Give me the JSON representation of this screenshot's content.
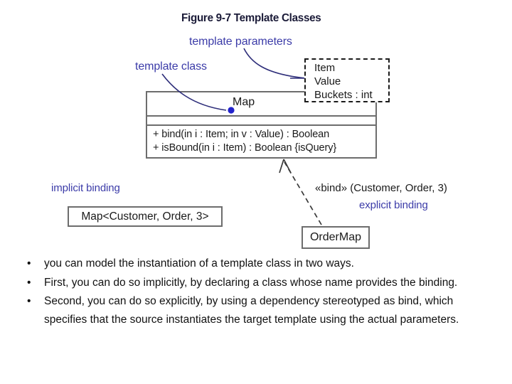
{
  "figure": {
    "title": "Figure 9-7 Template Classes"
  },
  "annotations": {
    "template_parameters": "template parameters",
    "template_class": "template class",
    "implicit_binding": "implicit binding",
    "explicit_binding": "explicit binding",
    "bind_stereotype": "«bind» (Customer, Order, 3)"
  },
  "template_parameters_box": {
    "items": [
      "Item",
      "Value",
      "Buckets : int"
    ]
  },
  "map_class": {
    "name": "Map",
    "attributes": [],
    "operations": [
      "+ bind(in i : Item; in v : Value) : Boolean",
      "+ isBound(in i : Item) : Boolean {isQuery}"
    ]
  },
  "implicit_binding_class": {
    "name": "Map<Customer, Order, 3>"
  },
  "ordermap_class": {
    "name": "OrderMap"
  },
  "bullets": [
    {
      "marker": "•",
      "text": "you can model the instantiation of a template class in two ways."
    },
    {
      "marker": "•",
      "text": "First, you can do so implicitly, by declaring a class whose name provides the binding."
    },
    {
      "marker": "•",
      "text": " Second, you can do so explicitly, by using a dependency stereotyped as bind, which specifies that the source instantiates the target template using the actual parameters."
    }
  ],
  "colors": {
    "annotation_blue": "#3b3ba8",
    "leader_dot_blue": "#2222cc",
    "box_border_gray": "#6d6d6d",
    "dashed_border": "#1b1b1b",
    "title_navy": "#1b1b38"
  }
}
